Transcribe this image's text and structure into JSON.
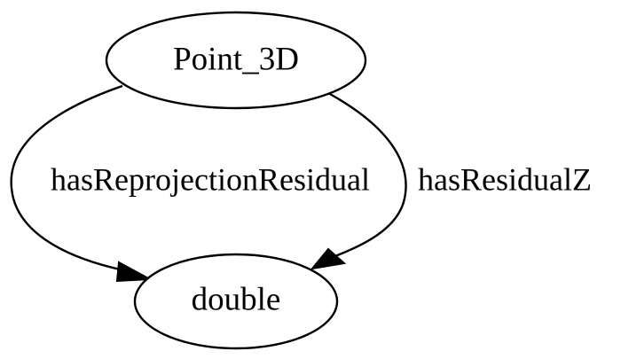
{
  "nodes": {
    "point_3d": {
      "label": "Point_3D"
    },
    "double": {
      "label": "double"
    }
  },
  "edges": {
    "has_reprojection_residual": {
      "label": "hasReprojectionResidual",
      "from": "Point_3D",
      "to": "double"
    },
    "has_residual_z": {
      "label": "hasResidualZ",
      "from": "Point_3D",
      "to": "double"
    }
  },
  "colors": {
    "stroke": "#000000",
    "background": "#ffffff"
  }
}
